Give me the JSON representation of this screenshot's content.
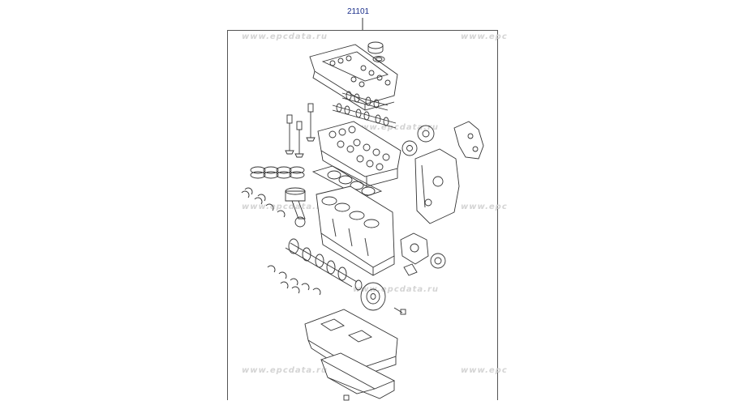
{
  "diagram": {
    "part_number": "21101",
    "watermark_text": "www.epcdata.ru",
    "watermark_clipped": "www.epc",
    "line_color": "#333333",
    "label_color": "#1b2f8a",
    "watermark_color": "#d4d4d4"
  }
}
